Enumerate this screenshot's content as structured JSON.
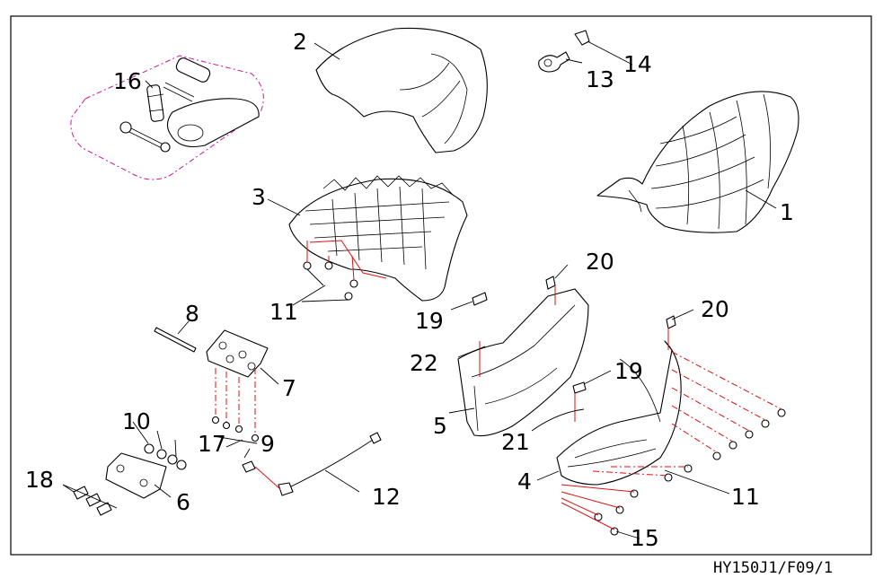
{
  "labels": {
    "p1": "1",
    "p2": "2",
    "p3": "3",
    "p4": "4",
    "p5": "5",
    "p6": "6",
    "p7": "7",
    "p8": "8",
    "p9": "9",
    "p10": "10",
    "p11a": "11",
    "p11b": "11",
    "p12": "12",
    "p13": "13",
    "p14": "14",
    "p15": "15",
    "p16": "16",
    "p17": "17",
    "p18": "18",
    "p19a": "19",
    "p19b": "19",
    "p20a": "20",
    "p20b": "20",
    "p21": "21",
    "p22": "22"
  },
  "drawing_code": "HY150J1/F09/1",
  "colors": {
    "line": "#000000",
    "fastener_path": "#dd1111",
    "toolkit_outline": "#c8189c",
    "background": "#ffffff"
  }
}
